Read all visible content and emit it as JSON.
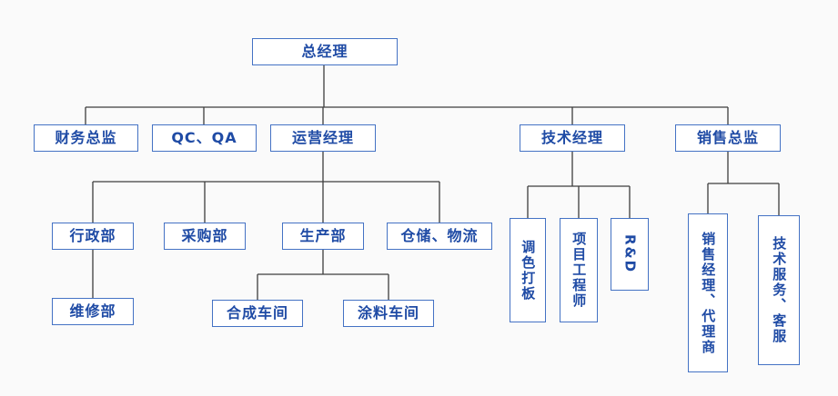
{
  "diagram": {
    "type": "org-chart",
    "nodes": {
      "ceo": {
        "label": "总经理"
      },
      "finance_director": {
        "label": "财务总监"
      },
      "qc_qa": {
        "label": "QC、QA"
      },
      "operations_manager": {
        "label": "运营经理"
      },
      "technical_manager": {
        "label": "技术经理"
      },
      "sales_director": {
        "label": "销售总监"
      },
      "admin_dept": {
        "label": "行政部"
      },
      "purchasing_dept": {
        "label": "采购部"
      },
      "production_dept": {
        "label": "生产部"
      },
      "warehouse_logistics": {
        "label": "仓储、物流"
      },
      "maintenance_dept": {
        "label": "维修部"
      },
      "synthesis_workshop": {
        "label": "合成车间"
      },
      "coating_workshop": {
        "label": "涂料车间"
      },
      "color_matching": {
        "label": "调色打板"
      },
      "project_engineer": {
        "label": "项目工程师"
      },
      "rd": {
        "label": "R&D"
      },
      "sales_manager_agents": {
        "label": "销售经理、代理商"
      },
      "tech_service_support": {
        "label": "技术服务、客服"
      }
    },
    "hierarchy": [
      {
        "parent": "ceo",
        "children": [
          "finance_director",
          "qc_qa",
          "operations_manager",
          "technical_manager",
          "sales_director"
        ]
      },
      {
        "parent": "operations_manager",
        "children": [
          "admin_dept",
          "purchasing_dept",
          "production_dept",
          "warehouse_logistics"
        ]
      },
      {
        "parent": "admin_dept",
        "children": [
          "maintenance_dept"
        ]
      },
      {
        "parent": "production_dept",
        "children": [
          "synthesis_workshop",
          "coating_workshop"
        ]
      },
      {
        "parent": "technical_manager",
        "children": [
          "color_matching",
          "project_engineer",
          "rd"
        ]
      },
      {
        "parent": "sales_director",
        "children": [
          "sales_manager_agents",
          "tech_service_support"
        ]
      }
    ]
  },
  "colors": {
    "background": "#fafafa",
    "box_fill": "#ffffff",
    "box_border": "#4472c4",
    "box_text": "#1f4ba5",
    "connector": "#3d3d3d"
  }
}
